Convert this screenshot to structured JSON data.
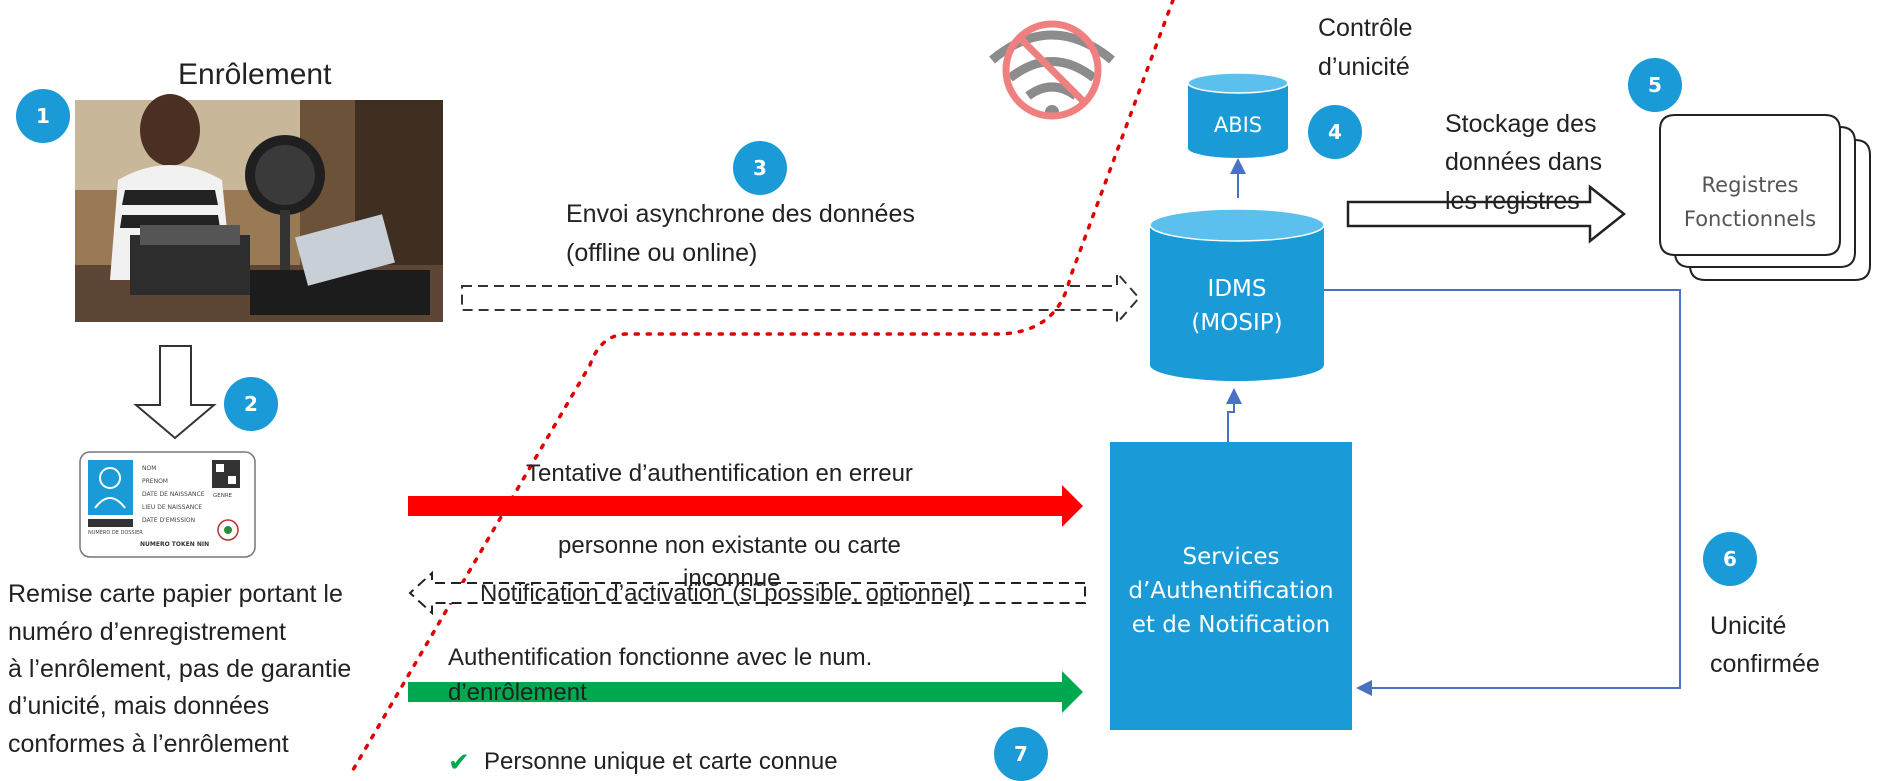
{
  "enrolment": {
    "title": "Enrôlement",
    "card_remise_lines": [
      "Remise carte papier portant le",
      "numéro d’enregistrement",
      "à l’enrôlement, pas de garantie",
      "d’unicité, mais données",
      "conformes à l’enrôlement"
    ]
  },
  "id_card": {
    "fields": [
      "NOM",
      "PRENOM",
      "DATE DE NAISSANCE",
      "LIEU DE NAISSANCE",
      "DATE D'EMISSION"
    ],
    "genre_label": "GENRE",
    "numero_label": "NUMERO DE DOSSIER",
    "token_label": "NUMERO TOKEN NIN"
  },
  "steps": {
    "s1": "1",
    "s2": "2",
    "s3": "3",
    "s4": "4",
    "s5": "5",
    "s6": "6",
    "s7": "7"
  },
  "flow": {
    "send_line1": "Envoi asynchrone des données",
    "send_line2": "(offline ou online)",
    "controle_line1": "Contrôle",
    "controle_line2": "d’unicité",
    "stockage_line1": "Stockage des",
    "stockage_line2": "données dans",
    "stockage_line3": "les registres",
    "unicite_line1": "Unicité",
    "unicite_line2": "confirmée"
  },
  "components": {
    "abis": "ABIS",
    "idms_line1": "IDMS",
    "idms_line2": "(MOSIP)",
    "registres_line1": "Registres",
    "registres_line2": "Fonctionnels",
    "services_line1": "Services",
    "services_line2": "d’Authentification",
    "services_line3": "et de Notification"
  },
  "auth": {
    "error_title": "Tentative d’authentification en erreur",
    "error_line1": "personne non existante ou carte",
    "error_line2": "inconnue",
    "notification": "Notification d’activation (si possible, optionnel)",
    "success_line1": "Authentification fonctionne avec le num.",
    "success_line2": "d’enrôlement",
    "unique": "Personne unique et carte connue",
    "check_mark": "✔"
  },
  "colors": {
    "badge": "#1a9ad7",
    "box": "#1a9ad7",
    "error_arrow": "#ff0000",
    "success_arrow": "#00a84f",
    "dotted_line": "#e00000",
    "connector": "#4a72c4",
    "no_wifi": "#f08080"
  }
}
